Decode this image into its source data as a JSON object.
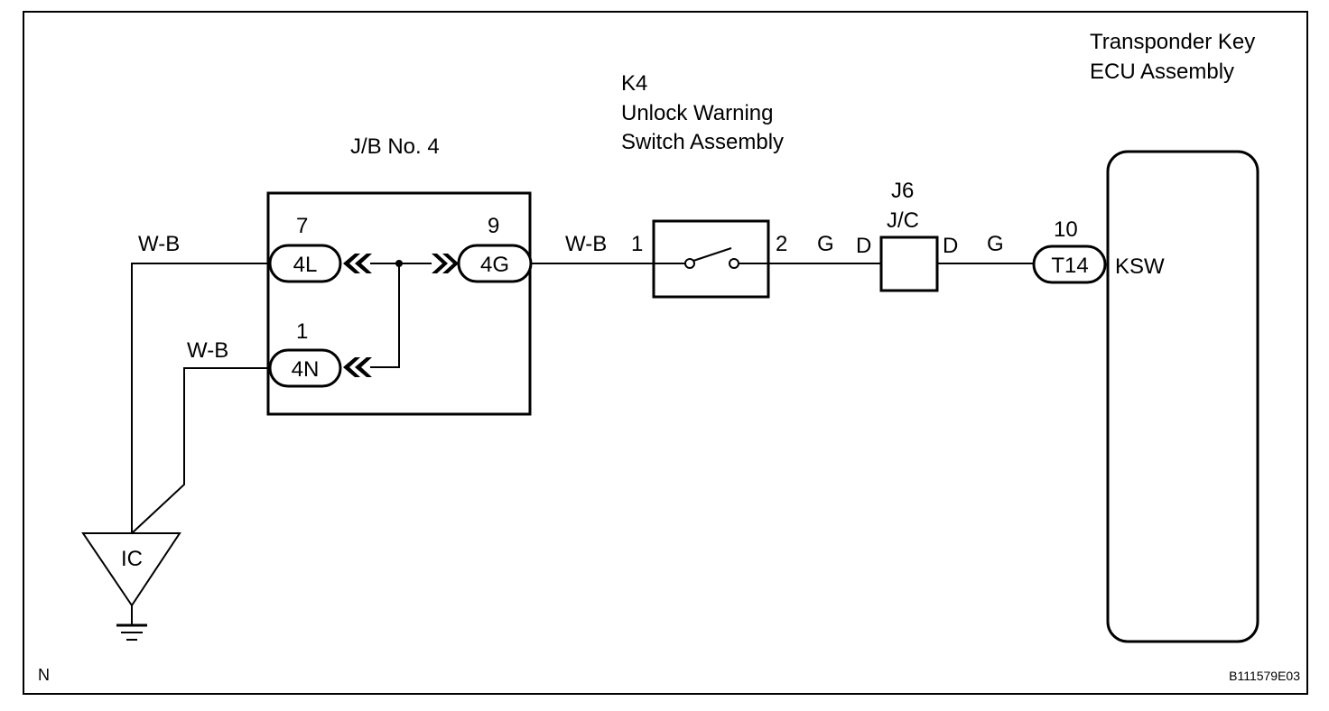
{
  "footer": {
    "left_code": "N",
    "figure_id": "B111579E03"
  },
  "jb": {
    "title": "J/B No. 4",
    "terminals": [
      {
        "pin": "7",
        "connector": "4L"
      },
      {
        "pin": "9",
        "connector": "4G"
      },
      {
        "pin": "1",
        "connector": "4N"
      }
    ]
  },
  "switch": {
    "code": "K4",
    "name_line1": "Unlock Warning",
    "name_line2": "Switch Assembly",
    "pin_in": "1",
    "pin_out": "2"
  },
  "junction": {
    "code": "J6",
    "name": "J/C",
    "left_term": "D",
    "right_term": "D"
  },
  "ecu": {
    "name_line1": "Transponder Key",
    "name_line2": "ECU Assembly",
    "pin": "10",
    "connector": "T14",
    "signal": "KSW"
  },
  "wires": {
    "wb_top": "W-B",
    "wb_lower": "W-B",
    "wb_to_switch": "W-B",
    "g_after_switch": "G",
    "g_to_ecu": "G"
  },
  "ground": {
    "label": "IC"
  }
}
